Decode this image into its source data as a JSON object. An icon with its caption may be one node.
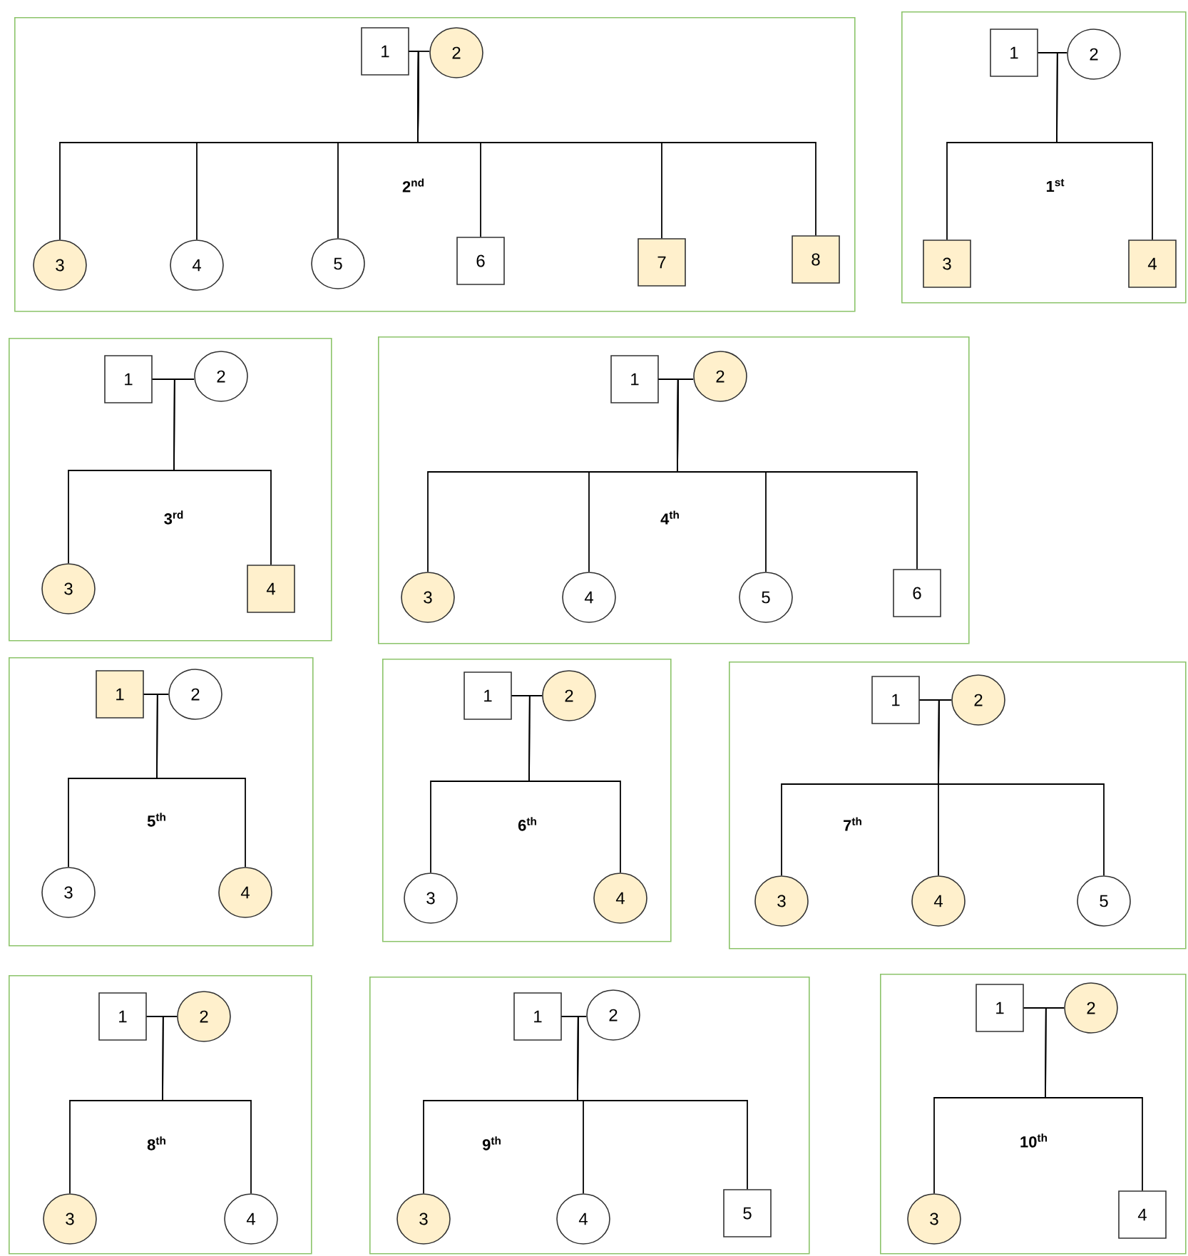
{
  "diagram": {
    "nodes": [
      {
        "text": [
          "2$^{nd}$"
        ]
      },
      {
        "text": [
          "1"
        ],
        "in": 0
      },
      {
        "text": [
          "2"
        ],
        "in": 0
      },
      {
        "text": [
          "3"
        ],
        "in": 0
      },
      {
        "text": [
          "4"
        ],
        "in": 0
      },
      {
        "text": [
          "5"
        ],
        "in": 0
      },
      {
        "text": [
          "6"
        ],
        "in": 0
      },
      {
        "text": [
          "7"
        ],
        "in": 0
      },
      {
        "text": [
          "8"
        ],
        "in": 0
      },
      {
        "text": [
          "1$^{st}$"
        ]
      },
      {
        "text": [
          "1"
        ],
        "in": 9
      },
      {
        "text": [
          "2"
        ],
        "in": 9
      },
      {
        "text": [
          "3"
        ],
        "in": 9
      },
      {
        "text": [
          "4"
        ],
        "in": 9
      },
      {
        "text": [
          "3$^{rd}$"
        ]
      },
      {
        "text": [
          "1"
        ],
        "in": 14
      },
      {
        "text": [
          "2"
        ],
        "in": 14
      },
      {
        "text": [
          "3"
        ],
        "in": 14
      },
      {
        "text": [
          "4"
        ],
        "in": 14
      },
      {
        "text": [
          "4$^{th}$"
        ]
      },
      {
        "text": [
          "1"
        ],
        "in": 19
      },
      {
        "text": [
          "2"
        ],
        "in": 19
      },
      {
        "text": [
          "3"
        ],
        "in": 19
      },
      {
        "text": [
          "4"
        ],
        "in": 19
      },
      {
        "text": [
          "5"
        ],
        "in": 19
      },
      {
        "text": [
          "6"
        ],
        "in": 19
      },
      {
        "text": [
          "5$^{th}$"
        ]
      },
      {
        "text": [
          "1"
        ],
        "in": 26
      },
      {
        "text": [
          "2"
        ],
        "in": 26
      },
      {
        "text": [
          "3"
        ],
        "in": 26
      },
      {
        "text": [
          "4"
        ],
        "in": 26
      },
      {
        "text": [
          "6$^{th}$"
        ]
      },
      {
        "text": [
          "1"
        ],
        "in": 31
      },
      {
        "text": [
          "2"
        ],
        "in": 31
      },
      {
        "text": [
          "3"
        ],
        "in": 31
      },
      {
        "text": [
          "4"
        ],
        "in": 31
      },
      {
        "text": [
          "7$^{th}$"
        ]
      },
      {
        "text": [
          "1"
        ],
        "in": 36
      },
      {
        "text": [
          "2"
        ],
        "in": 36
      },
      {
        "text": [
          "3"
        ],
        "in": 36
      },
      {
        "text": [
          "4"
        ],
        "in": 36
      },
      {
        "text": [
          "5"
        ],
        "in": 36
      },
      {
        "text": [
          "8$^{th}$"
        ]
      },
      {
        "text": [
          "1"
        ],
        "in": 42
      },
      {
        "text": [
          "2"
        ],
        "in": 42
      },
      {
        "text": [
          "3"
        ],
        "in": 42
      },
      {
        "text": [
          "4"
        ],
        "in": 42
      },
      {
        "text": [
          "9$^{th}$"
        ]
      },
      {
        "text": [
          "1"
        ],
        "in": 47
      },
      {
        "text": [
          "2"
        ],
        "in": 47
      },
      {
        "text": [
          "3"
        ],
        "in": 47
      },
      {
        "text": [
          "4"
        ],
        "in": 47
      },
      {
        "text": [
          "5"
        ],
        "in": 47
      },
      {
        "text": [
          "10$^{th}$"
        ]
      },
      {
        "text": [
          "1"
        ],
        "in": 53
      },
      {
        "text": [
          "2"
        ],
        "in": 53
      },
      {
        "text": [
          "3"
        ],
        "in": 53
      },
      {
        "text": [
          "4"
        ],
        "in": 53
      }
    ],
    "edges": [
      {
        "from": 1,
        "to": 2,
        "arrow": "none"
      },
      {
        "from": 1,
        "to": 3,
        "arrow": "none"
      },
      {
        "from": 1,
        "to": 4,
        "arrow": "none"
      },
      {
        "from": 1,
        "to": 5,
        "arrow": "none"
      },
      {
        "from": 1,
        "to": 6,
        "arrow": "none"
      },
      {
        "from": 1,
        "to": 7,
        "arrow": "none"
      },
      {
        "from": 1,
        "to": 8,
        "arrow": "none"
      },
      {
        "from": 10,
        "to": 11,
        "arrow": "none"
      },
      {
        "from": 10,
        "to": 12,
        "arrow": "none"
      },
      {
        "from": 10,
        "to": 13,
        "arrow": "none"
      },
      {
        "from": 15,
        "to": 16,
        "arrow": "none"
      },
      {
        "from": 15,
        "to": 17,
        "arrow": "none"
      },
      {
        "from": 15,
        "to": 18,
        "arrow": "none"
      },
      {
        "from": 20,
        "to": 21,
        "arrow": "none"
      },
      {
        "from": 20,
        "to": 22,
        "arrow": "none"
      },
      {
        "from": 20,
        "to": 23,
        "arrow": "none"
      },
      {
        "from": 20,
        "to": 24,
        "arrow": "none"
      },
      {
        "from": 20,
        "to": 25,
        "arrow": "none"
      },
      {
        "from": 27,
        "to": 28,
        "arrow": "none"
      },
      {
        "from": 27,
        "to": 29,
        "arrow": "none"
      },
      {
        "from": 27,
        "to": 30,
        "arrow": "none"
      },
      {
        "from": 32,
        "to": 33,
        "arrow": "none"
      },
      {
        "from": 32,
        "to": 34,
        "arrow": "none"
      },
      {
        "from": 32,
        "to": 35,
        "arrow": "none"
      },
      {
        "from": 37,
        "to": 38,
        "arrow": "none"
      },
      {
        "from": 37,
        "to": 39,
        "arrow": "none"
      },
      {
        "from": 37,
        "to": 40,
        "arrow": "none"
      },
      {
        "from": 37,
        "to": 41,
        "arrow": "none"
      },
      {
        "from": 43,
        "to": 44,
        "arrow": "none"
      },
      {
        "from": 43,
        "to": 45,
        "arrow": "none"
      },
      {
        "from": 43,
        "to": 46,
        "arrow": "none"
      },
      {
        "from": 48,
        "to": 49,
        "arrow": "none"
      },
      {
        "from": 48,
        "to": 50,
        "arrow": "none"
      },
      {
        "from": 48,
        "to": 51,
        "arrow": "none"
      },
      {
        "from": 48,
        "to": 52,
        "arrow": "none"
      },
      {
        "from": 54,
        "to": 55,
        "arrow": "none"
      },
      {
        "from": 54,
        "to": 56,
        "arrow": "none"
      },
      {
        "from": 54,
        "to": 57,
        "arrow": "none"
      }
    ]
  }
}
